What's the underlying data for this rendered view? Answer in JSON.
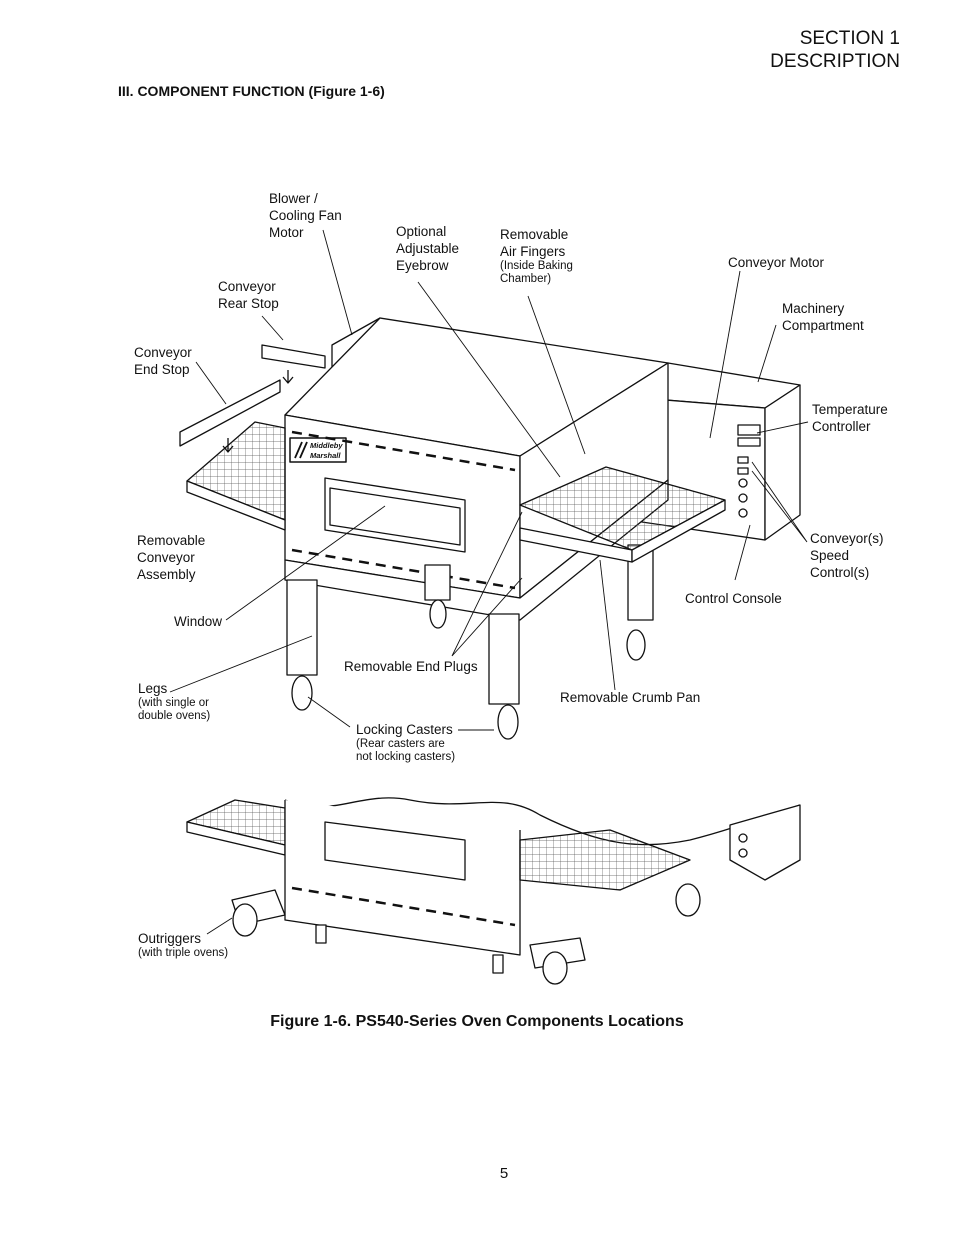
{
  "header": {
    "section": "SECTION 1",
    "title": "DESCRIPTION"
  },
  "heading": "III. COMPONENT FUNCTION (Figure 1-6)",
  "figure": {
    "nameplate": [
      "Middleby",
      "Marshall"
    ],
    "labels": {
      "blower": [
        "Blower /",
        "Cooling Fan",
        "Motor"
      ],
      "eyebrow": [
        "Optional",
        "Adjustable",
        "Eyebrow"
      ],
      "air_fingers": [
        "Removable",
        "Air Fingers"
      ],
      "air_fingers_note": [
        "(Inside Baking",
        "Chamber)"
      ],
      "conveyor_motor": "Conveyor Motor",
      "rear_stop": [
        "Conveyor",
        "Rear Stop"
      ],
      "machinery": [
        "Machinery",
        "Compartment"
      ],
      "end_stop": [
        "Conveyor",
        "End Stop"
      ],
      "temp_controller": [
        "Temperature",
        "Controller"
      ],
      "conveyor_assembly": [
        "Removable",
        "Conveyor",
        "Assembly"
      ],
      "speed_control": [
        "Conveyor(s)",
        "Speed",
        "Control(s)"
      ],
      "control_console": "Control Console",
      "window": "Window",
      "end_plugs": "Removable End Plugs",
      "legs": "Legs",
      "legs_note": [
        "(with single or",
        "double ovens)"
      ],
      "crumb_pan": "Removable Crumb Pan",
      "casters": "Locking Casters",
      "casters_note": [
        "(Rear casters are",
        "not locking casters)"
      ],
      "outriggers": "Outriggers",
      "outriggers_note": "(with triple ovens)"
    }
  },
  "caption": "Figure 1-6.  PS540-Series Oven Components Locations",
  "page_number": "5"
}
